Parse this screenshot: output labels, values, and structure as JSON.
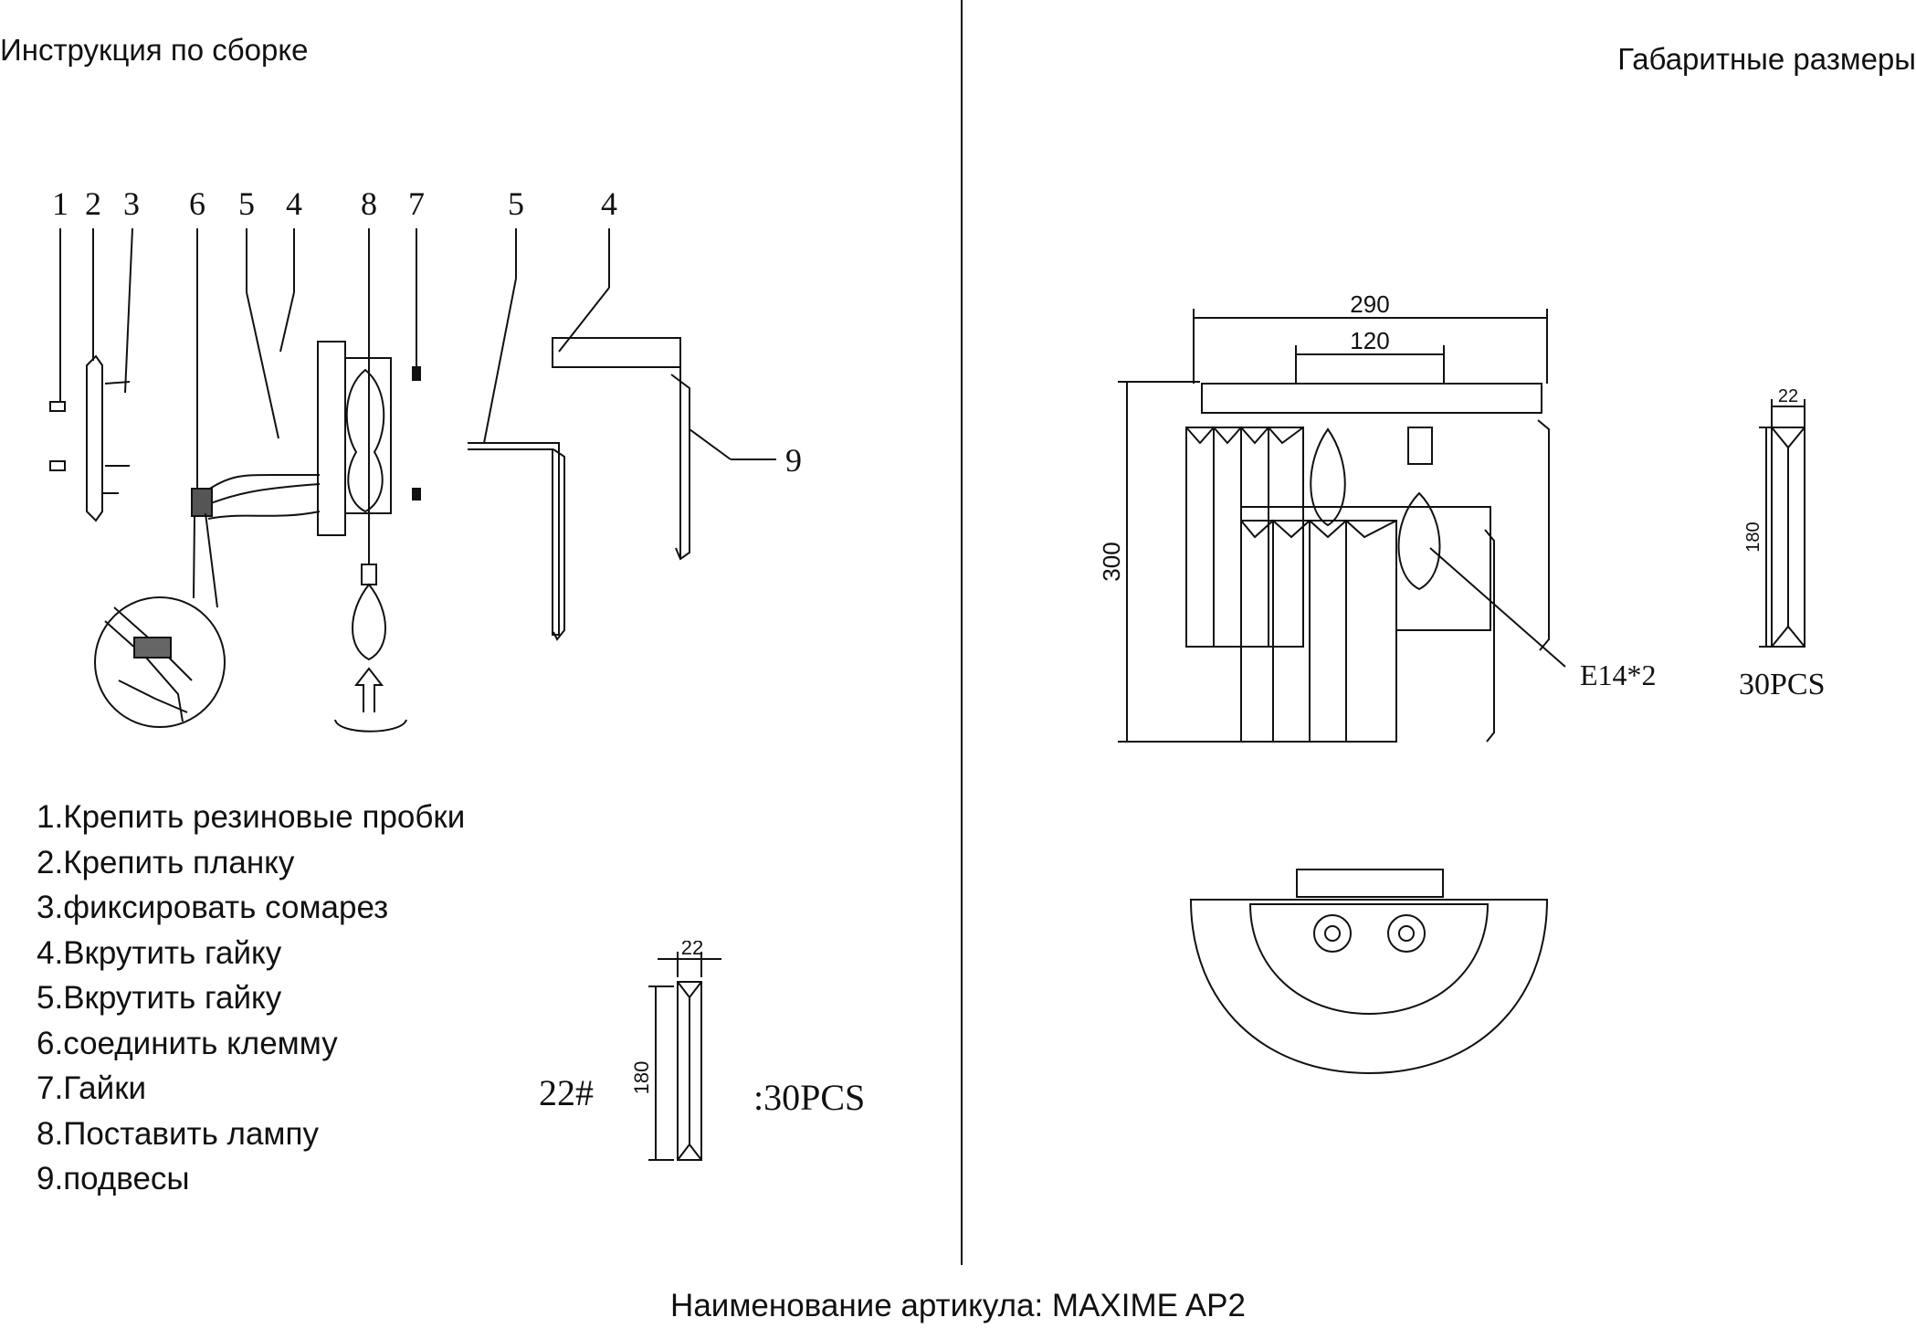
{
  "header": {
    "left_title": "Инструкция по сборке",
    "right_title": "Габаритные размеры"
  },
  "assembly": {
    "callouts": [
      "1",
      "2",
      "3",
      "6",
      "5",
      "4",
      "8",
      "7",
      "5",
      "4",
      "9"
    ],
    "steps": [
      "1.Крепить резиновые пробки",
      "2.Крепить планку",
      "3.фиксировать сомарез",
      "4.Вкрутить гайку",
      "5.Вкрутить гайку",
      "6.соединить клемму",
      "7.Гайки",
      "8.Поставить лампу",
      "9.подвесы"
    ],
    "crystal": {
      "code": "22#",
      "width": "22",
      "height": "180",
      "qty": ":30PCS"
    }
  },
  "dimensions": {
    "overall_width": "290",
    "mount_width": "120",
    "overall_height": "300",
    "lamp": "E14*2",
    "crystal_width": "22",
    "crystal_height": "180",
    "crystal_qty": "30PCS"
  },
  "footer": {
    "article": "Наименование артикула: MAXIME AP2"
  }
}
